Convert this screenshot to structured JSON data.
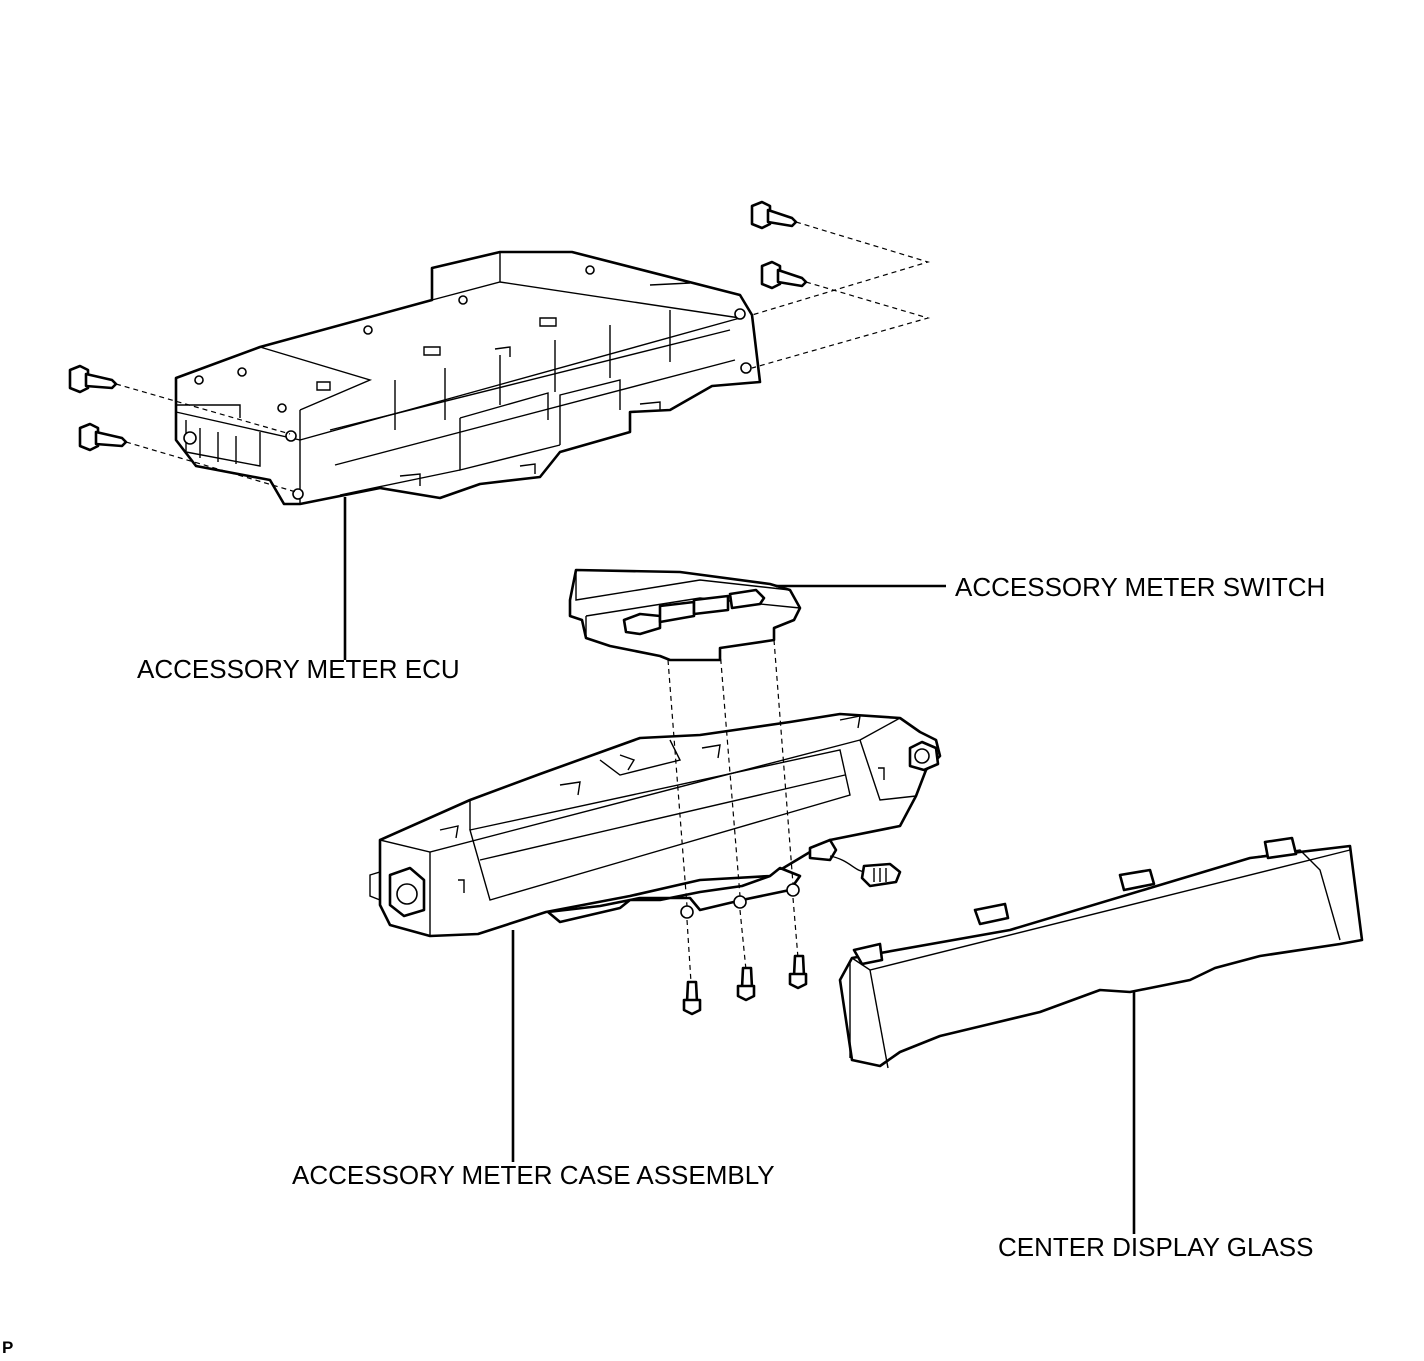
{
  "labels": {
    "ecu": "ACCESSORY METER ECU",
    "switch": "ACCESSORY METER SWITCH",
    "case": "ACCESSORY METER CASE ASSEMBLY",
    "glass": "CENTER DISPLAY GLASS"
  },
  "corner_mark": "P"
}
